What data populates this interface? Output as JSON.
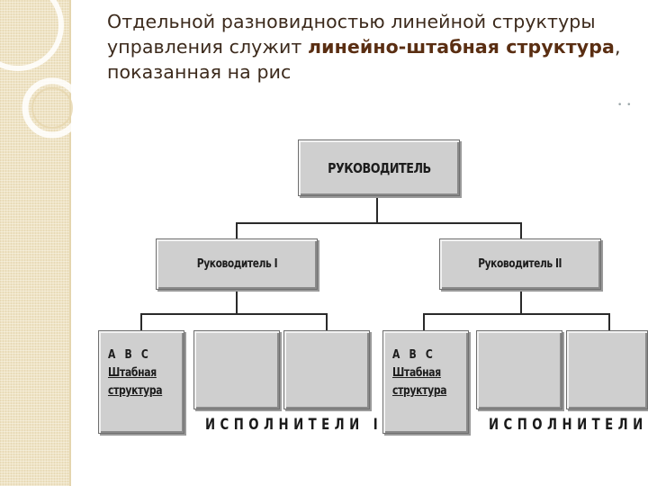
{
  "slide": {
    "title_part1": "Отдельной разновидностью линейной структуры управления служит ",
    "title_bold": "линейно-штабная структура",
    "title_part2": ", показанная на рис",
    "corner_marks": "• •"
  },
  "diagram": {
    "head": "РУКОВОДИТЕЛЬ",
    "managers": [
      "Руководитель I",
      "Руководитель II"
    ],
    "staff": {
      "letters": "А В С",
      "line2": "Штабная",
      "line3": "структура"
    },
    "executors": [
      "ИСПОЛНИТЕЛИ I",
      "ИСПОЛНИТЕЛИ II"
    ]
  },
  "colors": {
    "strip": "#efe3c4",
    "box": "#cfcfcf",
    "title_text": "#3c2a1c",
    "title_bold": "#5a2e12"
  }
}
